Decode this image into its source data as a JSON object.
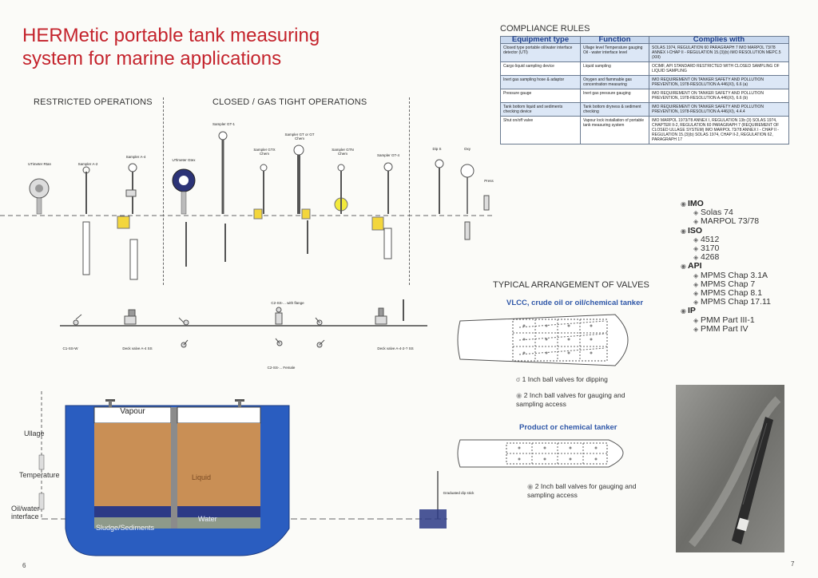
{
  "title": "HERMetic portable tank measuring system for marine applications",
  "sections": {
    "restricted": "RESTRICTED OPERATIONS",
    "closed": "CLOSED / GAS TIGHT OPERATIONS"
  },
  "instruments": {
    "utimeter_rtan": "UTimeter Rtan",
    "sampler_a2": "Sampler A-2",
    "sampler_a4": "Sampler A-4",
    "utimeter_gtex": "UTimeter Gtex",
    "sampler_gt1": "Sampler GT-1",
    "sampler_gtx": "Sampler GTX Chem",
    "sampler_gt": "Sampler GT or GT Chem",
    "sampler_gtn": "Sampler GTN Chem",
    "sampler_gt4": "Sampler GT-4",
    "dip_s": "Dip S",
    "oxy": "Oxy",
    "press": "Press"
  },
  "valves": {
    "c1_ss_w": "C1-SS-W",
    "deck_valve_a4": "Deck valve A-4 SS",
    "c2_with_flange": "C2-SS-... with flange",
    "c2_female": "C2-SS-... Female",
    "deck_valve_a4_2": "Deck valve A-4-2-? SS"
  },
  "tank": {
    "vapour": "Vapour",
    "liquid": "Liquid",
    "water": "Water",
    "sludge": "Sludge/Sediments",
    "ullage": "Ullage",
    "temperature": "Temperature",
    "interface": "Oil/water interface",
    "graduated_dip_stick": "Graduated dip stick"
  },
  "compliance": {
    "heading": "COMPLIANCE RULES",
    "columns": [
      "Equipment type",
      "Function",
      "Complies with"
    ],
    "rows": [
      {
        "equipment": "Closed type portable oil/water interface detector (UTI)",
        "function": "Ullage level Temperature gauging Oil - water interface level",
        "complies": "SOLAS 1974, REGULATION 60 PARAGRAPH 7 IMO MARPOL 73/78 ANNEX I-CHAP II - REGULATION 15.(3)(b) IMO RESOLUTION MEPC.5 (XIII)"
      },
      {
        "equipment": "Cargo liquid sampling device",
        "function": "Liquid sampling",
        "complies": "OCIMF, API STANDARD RESTRICTED WITH CLOSED SAMPLING OF LIQUID SAMPLING"
      },
      {
        "equipment": "Inert gas sampling hose & adaptor",
        "function": "Oxygen and flammable gas concentration measuring",
        "complies": "IMO REQUIREMENT ON TANKER SAFETY AND POLLUTION PREVENTION, 1978-RESOLUTION A.446(XI), 6.6 (a)"
      },
      {
        "equipment": "Pressure gauge",
        "function": "Inert gas pressure gauging",
        "complies": "IMO REQUIREMENT ON TANKER SAFETY AND POLLUTION PREVENTION, 1978-RESOLUTION A.446(XI), 6.6 (b)"
      },
      {
        "equipment": "Tank bottom liquid and sediments checking device",
        "function": "Tank bottom dryness & sediment checking",
        "complies": "IMO REQUIREMENT ON TANKER SAFETY AND POLLUTION PREVENTION, 1978-RESOLUTION A.446(XI), 4.4.4"
      },
      {
        "equipment": "Shut on/off valve",
        "function": "Vapour lock installation of portable tank measuring system",
        "complies": "IMO MARPOL 1973/78 ANNEX I, REGULATION 13b (3) SOLAS 1974, CHAPTER II-2, REGULATION 60 PARAGRAPH 7 (REQUIREMENT OF CLOSED ULLAGE SYSTEM) IMO MARPOL 73/78 ANNEX I - CHAP II - REGULATION 15.(3)(b) SOLAS 1974, CHAP II-2, REGULATION 62, PARAGRAPH 17"
      }
    ]
  },
  "standards": [
    {
      "name": "IMO",
      "items": [
        "Solas 74",
        "MARPOL 73/78"
      ]
    },
    {
      "name": "ISO",
      "items": [
        "4512",
        "3170",
        "4268"
      ]
    },
    {
      "name": "API",
      "items": [
        "MPMS Chap 3.1A",
        "MPMS Chap 7",
        "MPMS Chap 8.1",
        "MPMS Chap 17.11"
      ]
    },
    {
      "name": "IP",
      "items": [
        "PMM Part III-1",
        "PMM Part IV"
      ]
    }
  ],
  "arrangement": {
    "heading": "TYPICAL ARRANGEMENT OF VALVES",
    "vlcc_title": "VLCC, crude oil or oil/chemical tanker",
    "vlcc_legend_1": "1 Inch ball valves for dipping",
    "vlcc_legend_2": "2 Inch ball valves for gauging and sampling access",
    "product_title": "Product or chemical tanker",
    "product_legend": "2 Inch ball valves for gauging and sampling access"
  },
  "page_left": "6",
  "page_right": "7",
  "colors": {
    "title_red": "#c4232c",
    "table_header_blue": "#c8d8ee",
    "tank_blue": "#2a5dc0",
    "liquid_orange": "#c98f55",
    "water_navy": "#2c3a86"
  }
}
